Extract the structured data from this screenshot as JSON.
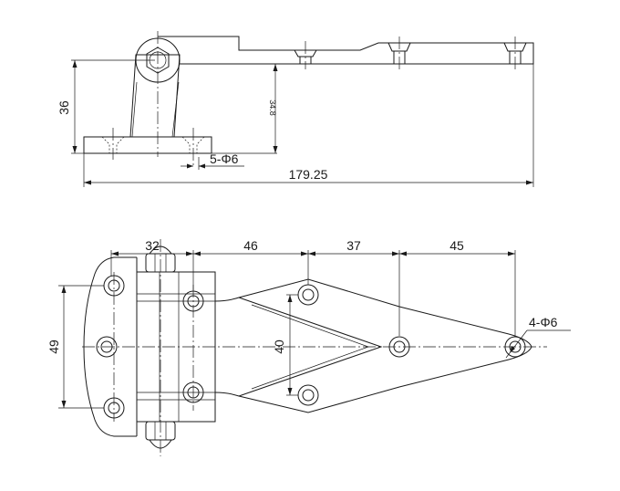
{
  "side_view": {
    "dim_height": "36",
    "dim_inner_height": "34.8",
    "dim_holes": "5-Φ6",
    "dim_length": "179.25"
  },
  "top_view": {
    "dim_32": "32",
    "dim_46": "46",
    "dim_37": "37",
    "dim_45": "45",
    "dim_49": "49",
    "dim_40": "40",
    "dim_holes": "4-Φ6"
  }
}
